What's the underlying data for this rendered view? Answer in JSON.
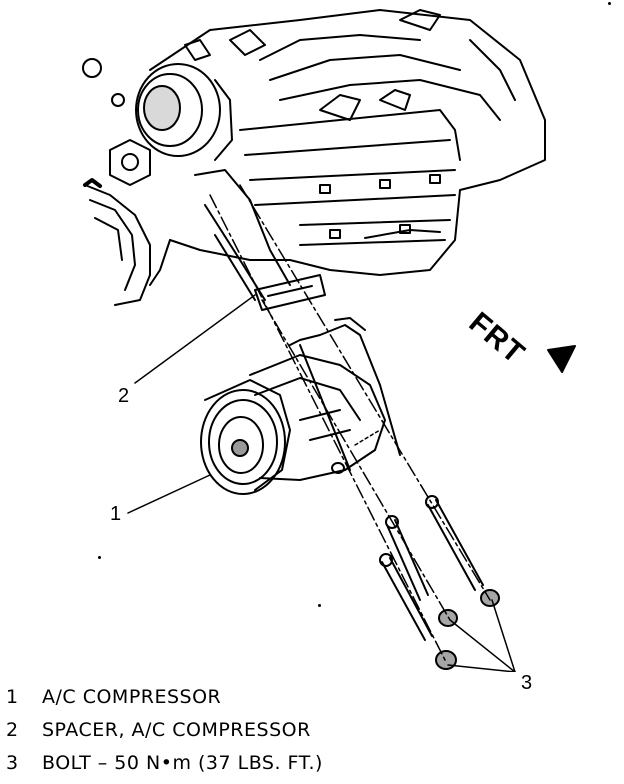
{
  "diagram": {
    "direction_label": "FRT",
    "callouts": [
      {
        "num": "1"
      },
      {
        "num": "2"
      },
      {
        "num": "3"
      }
    ]
  },
  "legend": [
    {
      "num": "1",
      "text": "A/C COMPRESSOR"
    },
    {
      "num": "2",
      "text": "SPACER, A/C COMPRESSOR"
    },
    {
      "num": "3",
      "text": "BOLT – 50 N•m (37 LBS. FT.)"
    }
  ]
}
